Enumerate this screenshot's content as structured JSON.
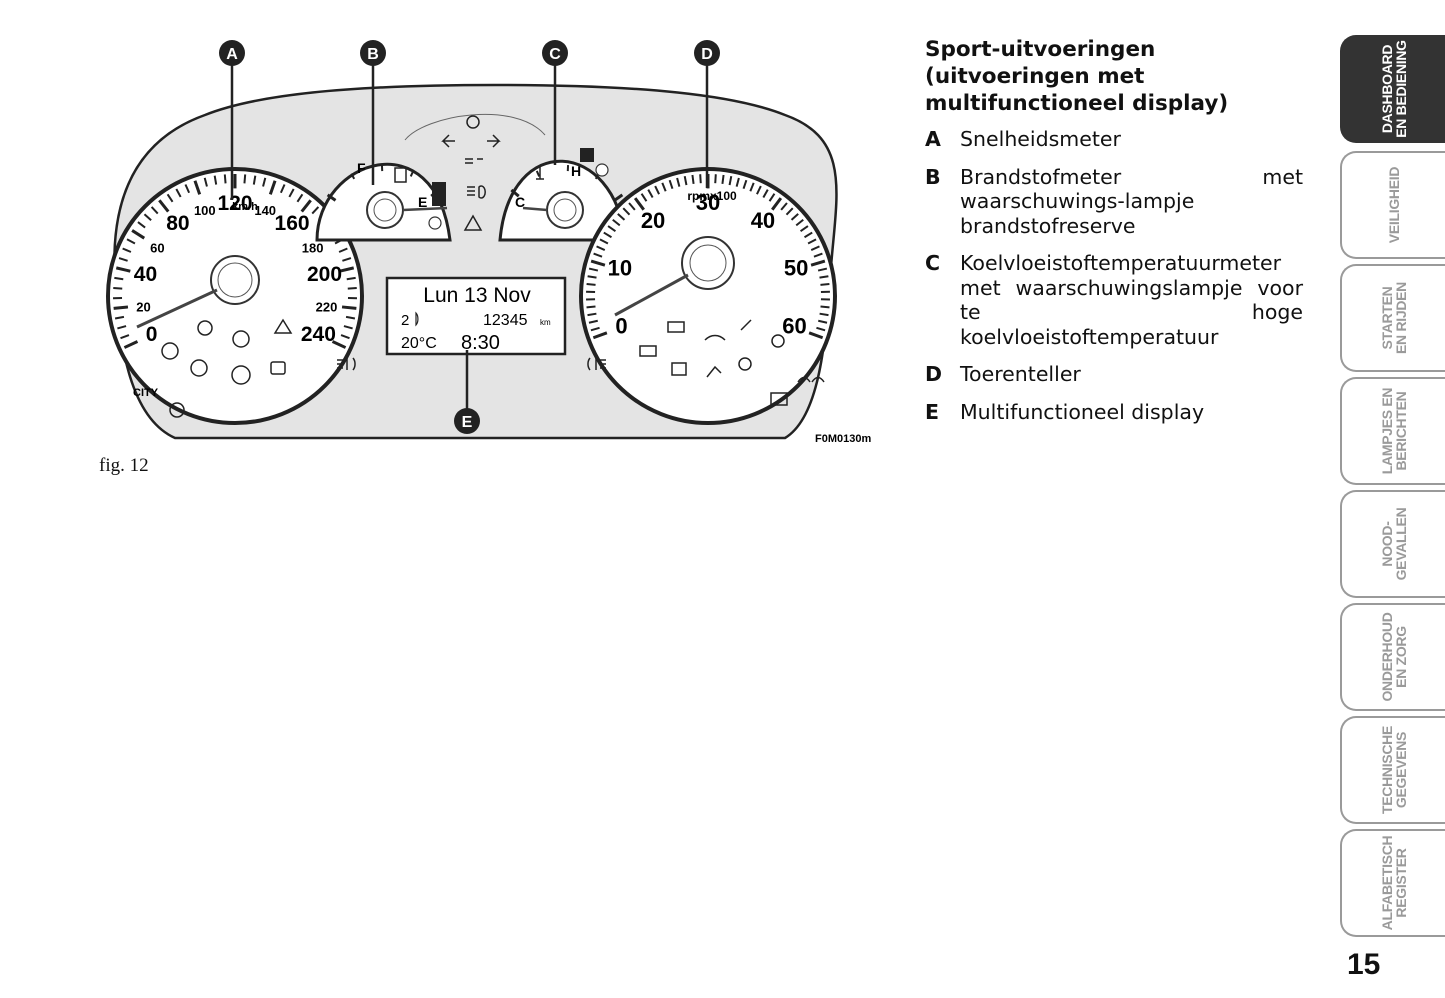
{
  "figure": {
    "callouts": [
      "A",
      "B",
      "C",
      "D",
      "E"
    ],
    "code": "F0M0130m",
    "caption": "fig. 12",
    "speedometer": {
      "unit": "km/h",
      "labels": [
        "0",
        "20",
        "40",
        "60",
        "80",
        "100",
        "120",
        "140",
        "160",
        "180",
        "200",
        "220",
        "240"
      ],
      "city_label": "CITY"
    },
    "fuel_gauge": {
      "full": "F",
      "empty": "E"
    },
    "temp_gauge": {
      "cold": "C",
      "hot": "H"
    },
    "tachometer": {
      "unit": "rpmx100",
      "labels": [
        "0",
        "10",
        "20",
        "30",
        "40",
        "50",
        "60"
      ]
    },
    "display": {
      "line1": "Lun 13 Nov",
      "gear": "2",
      "odometer": "12345",
      "odometer_unit": "km",
      "temperature": "20°C",
      "time": "8:30"
    }
  },
  "text": {
    "heading": "Sport-uitvoeringen (uitvoeringen met multifunctioneel display)",
    "items": [
      {
        "key": "A",
        "desc": "Snelheidsmeter"
      },
      {
        "key": "B",
        "desc": "Brandstofmeter met waarschuwings-lampje brandstofreserve"
      },
      {
        "key": "C",
        "desc": "Koelvloeistoftemperatuurmeter met waarschuwingslampje voor te hoge koelvloeistoftemperatuur"
      },
      {
        "key": "D",
        "desc": "Toerenteller"
      },
      {
        "key": "E",
        "desc": "Multifunctioneel display"
      }
    ]
  },
  "tabs": [
    {
      "label": "DASHBOARD\nEN BEDIENING",
      "active": true
    },
    {
      "label": "VEILIGHEID",
      "active": false
    },
    {
      "label": "STARTEN\nEN RIJDEN",
      "active": false
    },
    {
      "label": "LAMPJES EN\nBERICHTEN",
      "active": false
    },
    {
      "label": "NOOD-\nGEVALLEN",
      "active": false
    },
    {
      "label": "ONDERHOUD\nEN ZORG",
      "active": false
    },
    {
      "label": "TECHNISCHE\nGEGEVENS",
      "active": false
    },
    {
      "label": "ALFABETISCH\nREGISTER",
      "active": false
    }
  ],
  "page_number": "15"
}
